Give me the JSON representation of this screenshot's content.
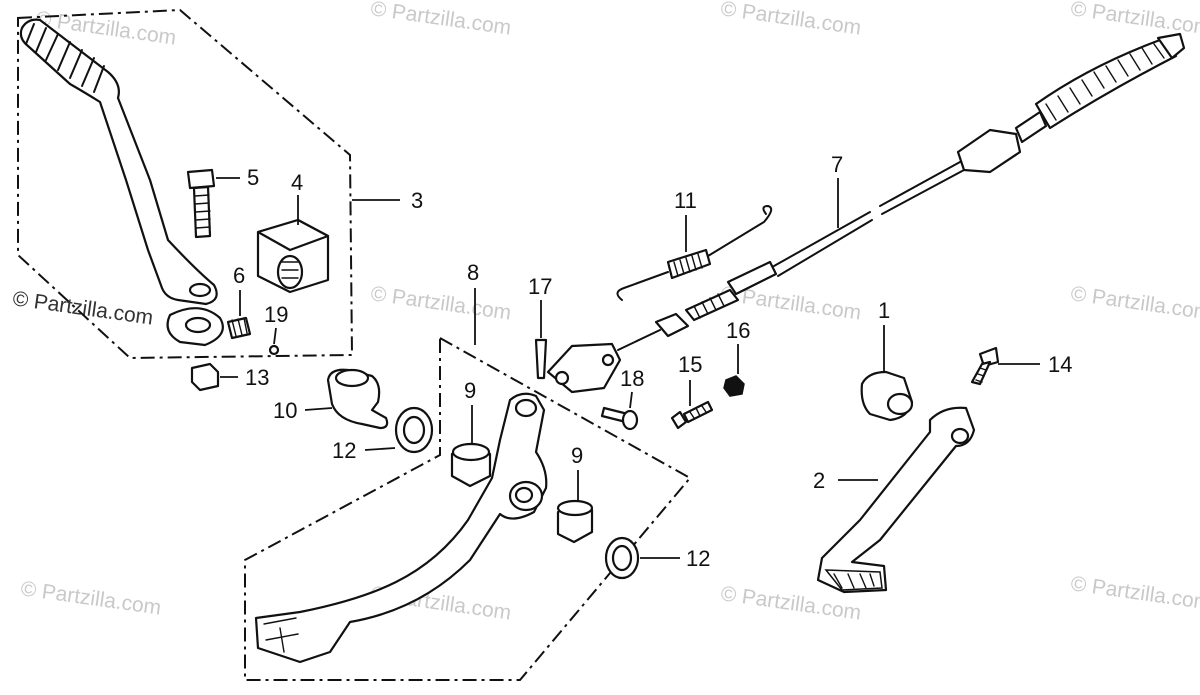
{
  "watermark": "© Partzilla.com",
  "callouts": {
    "c1": "1",
    "c2": "2",
    "c3": "3",
    "c4": "4",
    "c5": "5",
    "c6": "6",
    "c7": "7",
    "c8": "8",
    "c9a": "9",
    "c9b": "9",
    "c10": "10",
    "c11": "11",
    "c12a": "12",
    "c12b": "12",
    "c13": "13",
    "c14": "14",
    "c15": "15",
    "c16": "16",
    "c17": "17",
    "c18": "18",
    "c19": "19"
  }
}
